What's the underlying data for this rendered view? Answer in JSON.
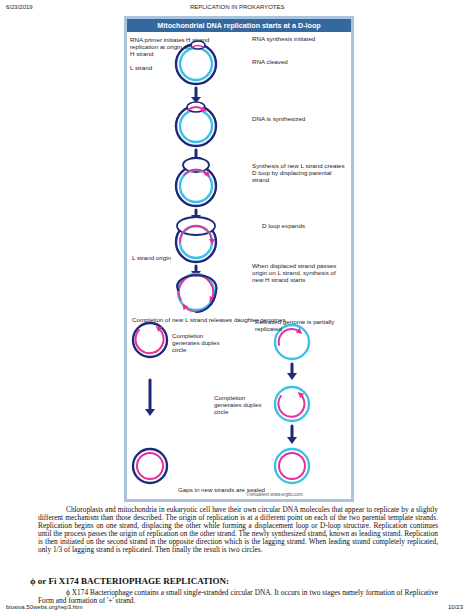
{
  "diagram": {
    "nodes": [
      {
        "text": [
          "Mitochondrial DNA replication starts at a D-loop"
        ]
      }
    ],
    "labels": [
      "6/23/2019",
      "REPLICATION IN PROKARYOTES",
      "RNA primer initiates replication at origin on H strand",
      "H strand",
      "L strand",
      "RNA synthesis initiated",
      "RNA cleaved",
      "DNA is synthesized",
      "Synthesis of new L strand creates D loop by displacing parental strand",
      "D loop expands",
      "L strand origin",
      "When displaced strand passes origin on L strand, synthesis of new H strand starts",
      "Completion of new L strand releases daughter genomes",
      "Completion generates duplex circle",
      "Released genome is partially replicated",
      "Completion generates duplex circle",
      "Gaps in new strands are sealed",
      "©virtualtext www.ergito.com",
      "Chloroplasts and mitochondria in eukaryotic cell have their own circular DNA molecules that appear to replicate by a slightly different mechanism than those described. The origin of replication is at a different point on each of the two parental template strands. Replication begins on one strand, displacing the other while forming a displacement loop or D-loop structure. Replication continues until the process passes the origin of replication on the other strand. The newly synthesized strand, known as leading strand. Replication is then initiated on the second strand in the opposite direction which is the lagging strand. When leading strand completely replicated, only 1/3 of lagging strand is replicated. Then finally the result is two circles.",
      "ϕ or Fi X174 BACTERIOPHAGE REPLICATION:",
      "ϕ X174 Bacteriophage contains a small single-stranded circular DNA. It occurs in two stages namely formation of Replicative Form and formation of '+' strand.",
      "biosiva.50webs.org/rep3.htm",
      "10/23"
    ]
  }
}
